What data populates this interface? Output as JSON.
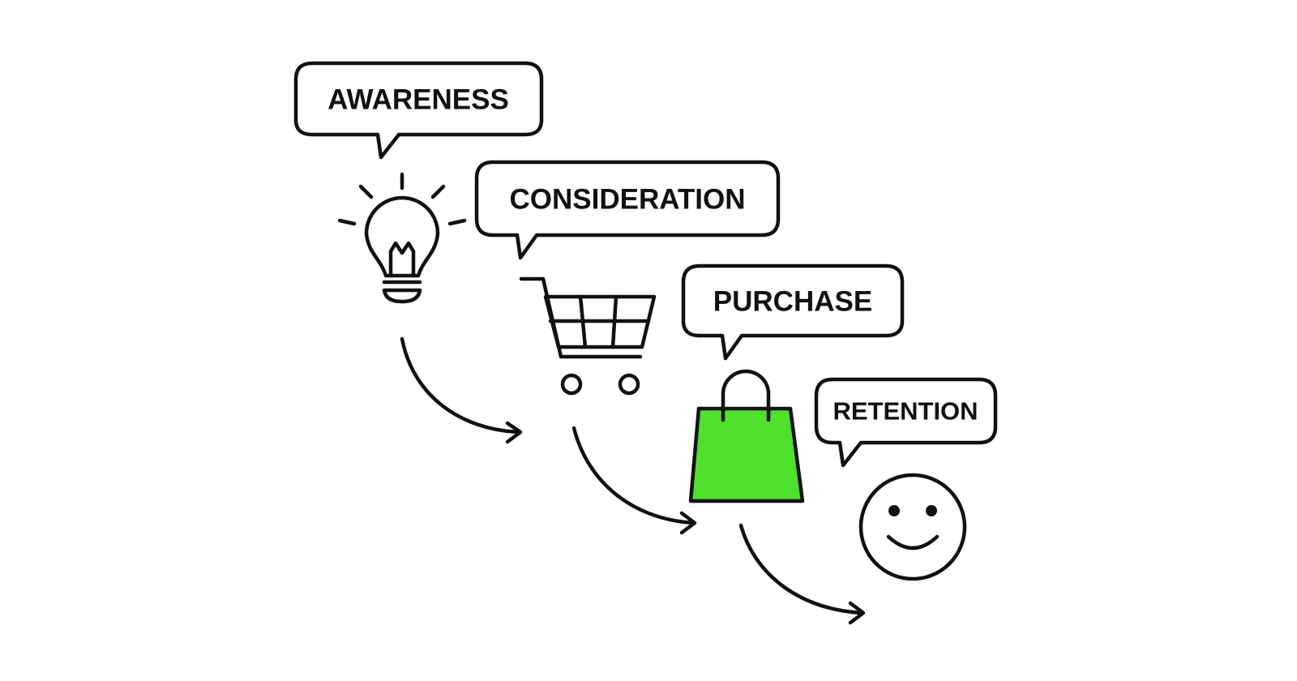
{
  "stages": [
    {
      "label": "AWARENESS",
      "icon": "lightbulb-icon"
    },
    {
      "label": "CONSIDERATION",
      "icon": "shopping-cart-icon"
    },
    {
      "label": "PURCHASE",
      "icon": "shopping-bag-icon"
    },
    {
      "label": "RETENTION",
      "icon": "smiley-face-icon"
    }
  ],
  "colors": {
    "stroke": "#111111",
    "accent": "#4fe02e",
    "background": "#ffffff"
  }
}
